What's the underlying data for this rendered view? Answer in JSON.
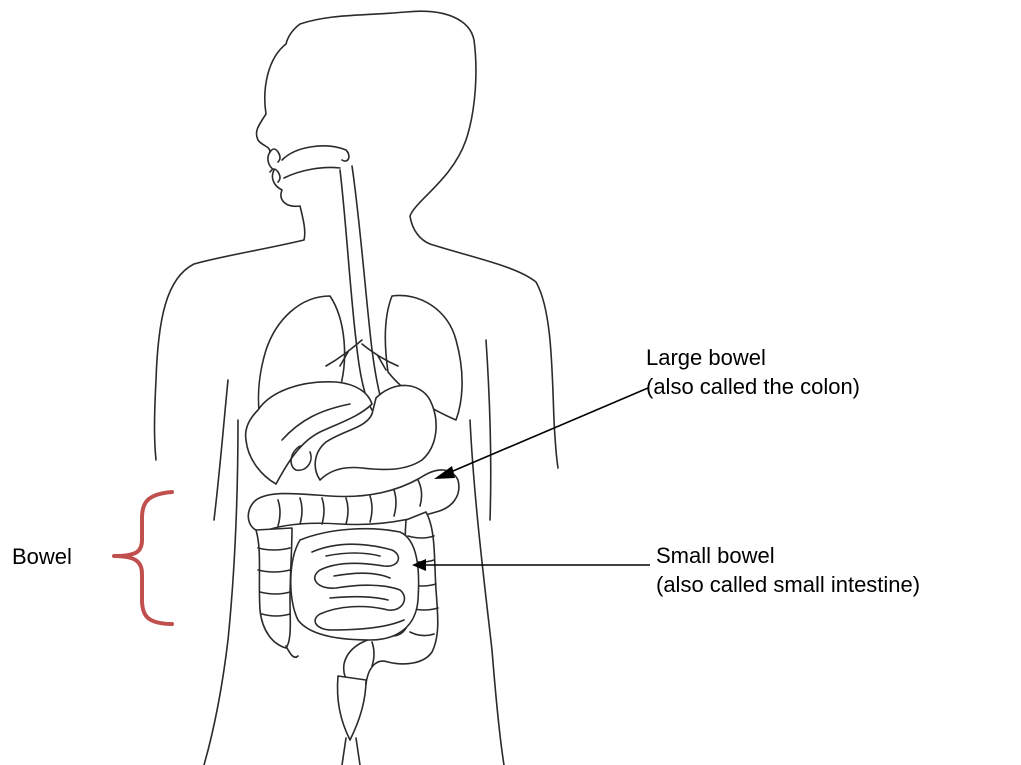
{
  "labels": {
    "bowel": "Bowel",
    "large_bowel": {
      "line1": "Large bowel",
      "line2": "(also called the colon)"
    },
    "small_bowel": {
      "line1": "Small bowel",
      "line2": "(also called small intestine)"
    }
  },
  "colors": {
    "brace": "#c0504d",
    "outline": "#2b2b2b",
    "pointer": "#000000"
  }
}
